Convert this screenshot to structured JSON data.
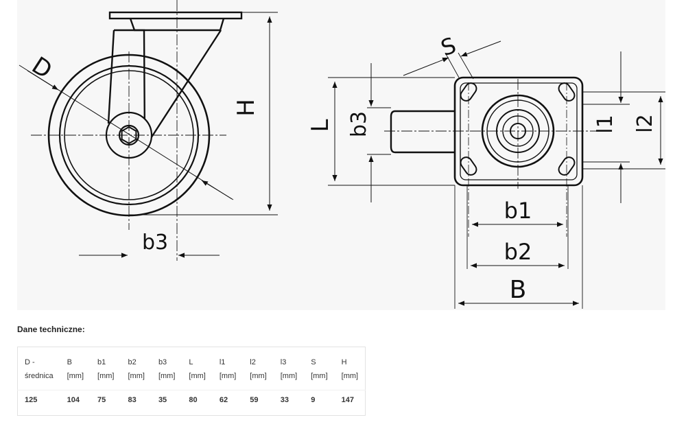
{
  "drawing": {
    "left_labels": {
      "D": "D",
      "H": "H",
      "b3": "b3"
    },
    "right_labels": {
      "S": "S",
      "L": "L",
      "b3": "b3",
      "l1": "l1",
      "l2": "l2",
      "b1": "b1",
      "b2": "b2",
      "B": "B"
    }
  },
  "heading": "Dane techniczne:",
  "table": {
    "columns": [
      {
        "name": "D -",
        "unit": "średnica",
        "value": "125"
      },
      {
        "name": "B",
        "unit": "[mm]",
        "value": "104"
      },
      {
        "name": "b1",
        "unit": "[mm]",
        "value": "75"
      },
      {
        "name": "b2",
        "unit": "[mm]",
        "value": "83"
      },
      {
        "name": "b3",
        "unit": "[mm]",
        "value": "35"
      },
      {
        "name": "L",
        "unit": "[mm]",
        "value": "80"
      },
      {
        "name": "l1",
        "unit": "[mm]",
        "value": "62"
      },
      {
        "name": "l2",
        "unit": "[mm]",
        "value": "59"
      },
      {
        "name": "l3",
        "unit": "[mm]",
        "value": "33"
      },
      {
        "name": "S",
        "unit": "[mm]",
        "value": "9"
      },
      {
        "name": "H",
        "unit": "[mm]",
        "value": "147"
      }
    ]
  }
}
